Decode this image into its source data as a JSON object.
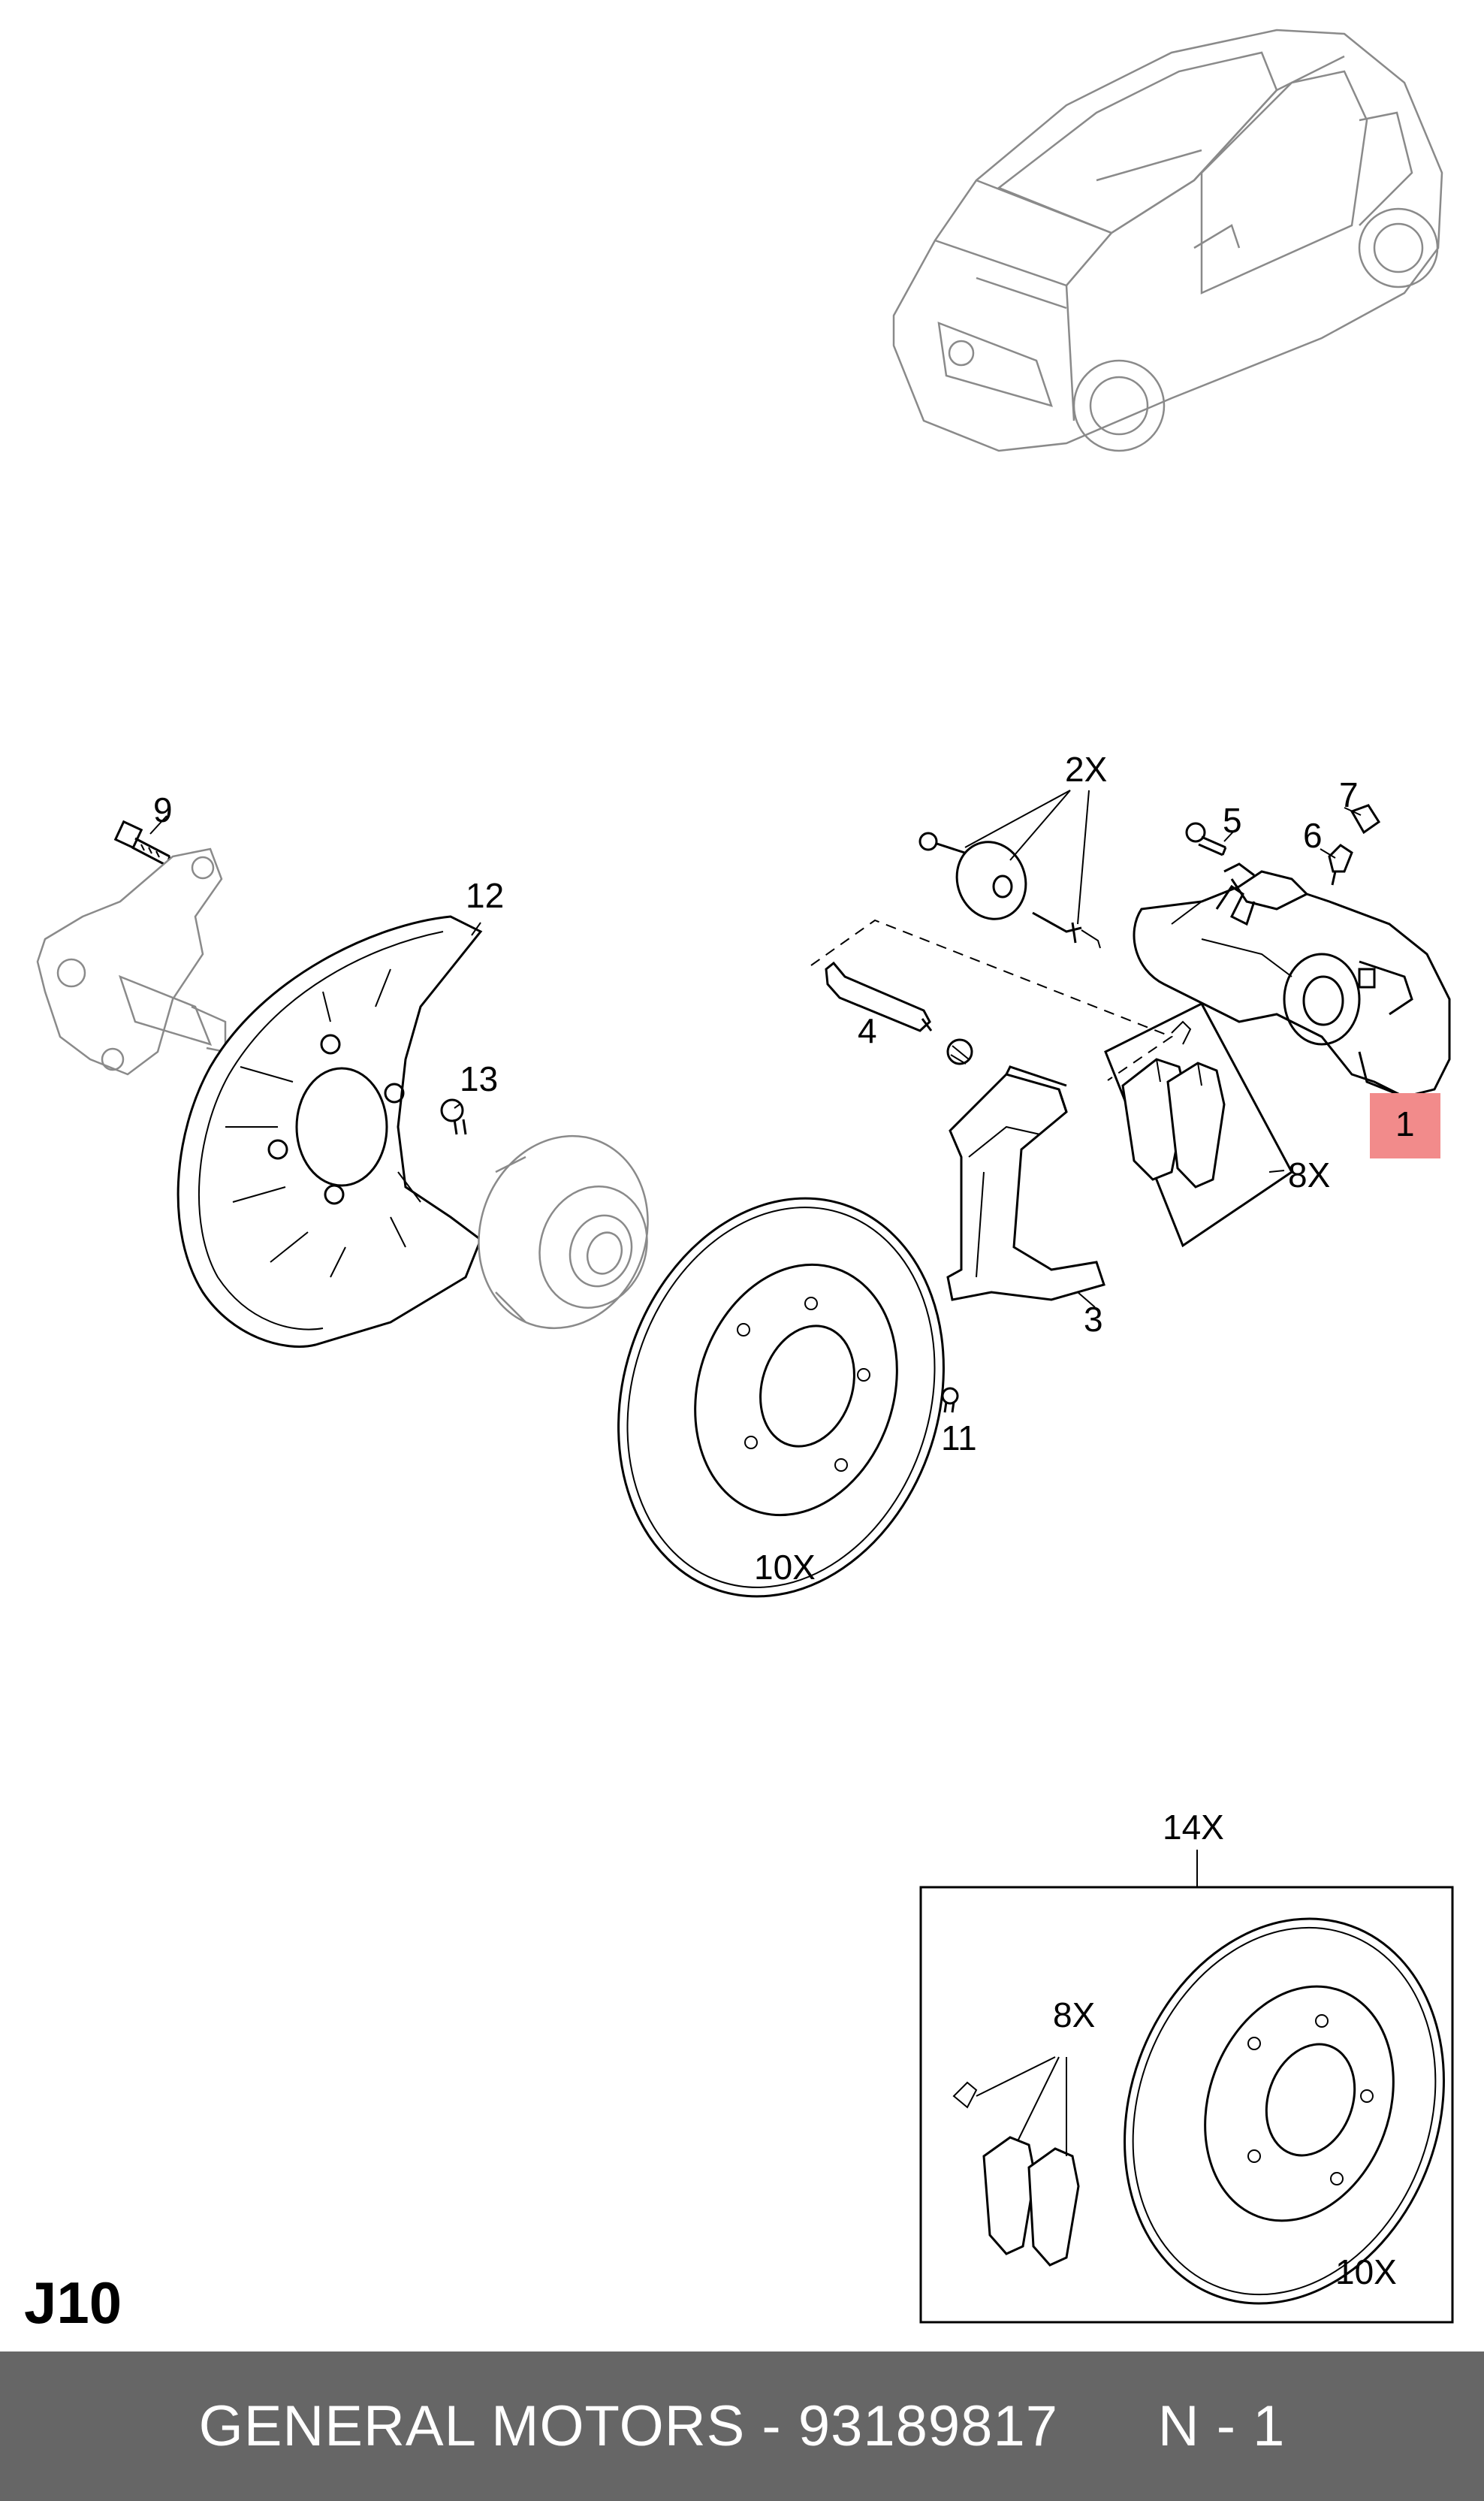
{
  "diagram": {
    "labels": {
      "callout_9": "9",
      "callout_12": "12",
      "callout_13": "13",
      "callout_2x": "2X",
      "callout_5": "5",
      "callout_6": "6",
      "callout_7": "7",
      "callout_4": "4",
      "callout_1": "1",
      "callout_8x": "8X",
      "callout_3": "3",
      "callout_11": "11",
      "callout_10x": "10X",
      "callout_14x": "14X",
      "kit_8x": "8X",
      "kit_10x": "10X"
    },
    "highlight_color": "#f28b8b",
    "page_code": "J10"
  },
  "footer": {
    "brand": "GENERAL MOTORS",
    "separator": " - ",
    "part_number": "93189817",
    "position": "N - 1",
    "background": "#666666"
  }
}
